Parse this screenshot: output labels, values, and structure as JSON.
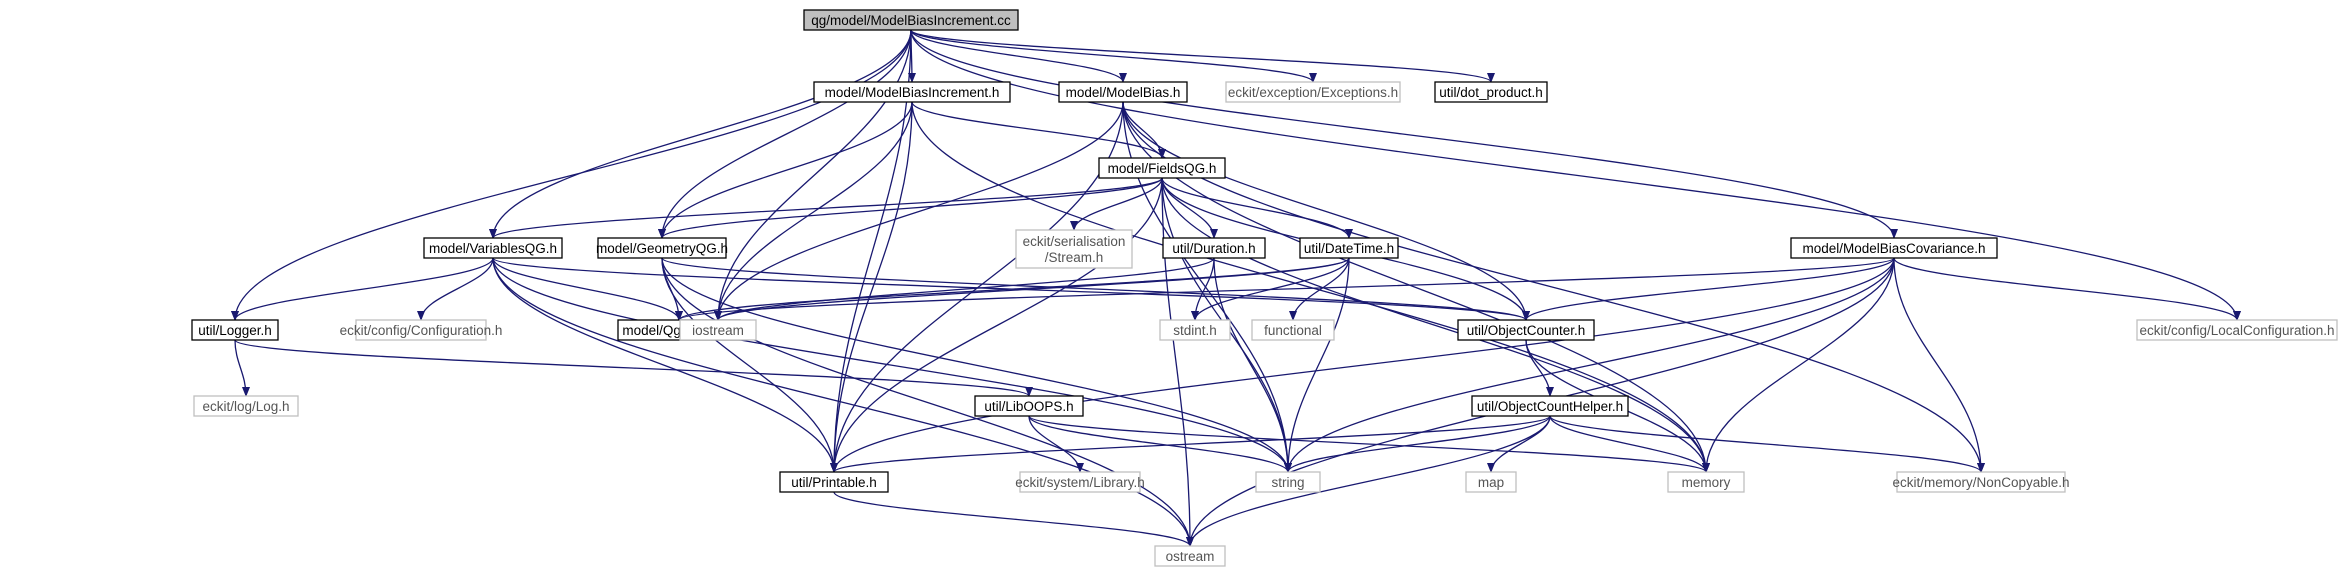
{
  "nodes": [
    {
      "id": "root",
      "lines": [
        "qg/model/ModelBiasIncrement.cc"
      ],
      "kind": "root"
    },
    {
      "id": "mbi_h",
      "lines": [
        "model/ModelBiasIncrement.h"
      ],
      "kind": "local"
    },
    {
      "id": "mb_h",
      "lines": [
        "model/ModelBias.h"
      ],
      "kind": "local"
    },
    {
      "id": "exceptions",
      "lines": [
        "eckit/exception/Exceptions.h"
      ],
      "kind": "ext"
    },
    {
      "id": "dot",
      "lines": [
        "util/dot_product.h"
      ],
      "kind": "local"
    },
    {
      "id": "fields",
      "lines": [
        "model/FieldsQG.h"
      ],
      "kind": "local"
    },
    {
      "id": "vars",
      "lines": [
        "model/VariablesQG.h"
      ],
      "kind": "local"
    },
    {
      "id": "geom",
      "lines": [
        "model/GeometryQG.h"
      ],
      "kind": "local"
    },
    {
      "id": "stream",
      "lines": [
        "eckit/serialisation",
        "/Stream.h"
      ],
      "kind": "ext"
    },
    {
      "id": "duration",
      "lines": [
        "util/Duration.h"
      ],
      "kind": "local"
    },
    {
      "id": "datetime",
      "lines": [
        "util/DateTime.h"
      ],
      "kind": "local"
    },
    {
      "id": "cov",
      "lines": [
        "model/ModelBiasCovariance.h"
      ],
      "kind": "local"
    },
    {
      "id": "logger",
      "lines": [
        "util/Logger.h"
      ],
      "kind": "local"
    },
    {
      "id": "configuration",
      "lines": [
        "eckit/config/Configuration.h"
      ],
      "kind": "ext"
    },
    {
      "id": "fortran",
      "lines": [
        "model/QgFortran.h"
      ],
      "kind": "local"
    },
    {
      "id": "iostream",
      "lines": [
        "iostream"
      ],
      "kind": "ext"
    },
    {
      "id": "stdint",
      "lines": [
        "stdint.h"
      ],
      "kind": "ext"
    },
    {
      "id": "functional",
      "lines": [
        "functional"
      ],
      "kind": "ext"
    },
    {
      "id": "objcounter",
      "lines": [
        "util/ObjectCounter.h"
      ],
      "kind": "local"
    },
    {
      "id": "localconfig",
      "lines": [
        "eckit/config/LocalConfiguration.h"
      ],
      "kind": "ext"
    },
    {
      "id": "log",
      "lines": [
        "eckit/log/Log.h"
      ],
      "kind": "ext"
    },
    {
      "id": "liboops",
      "lines": [
        "util/LibOOPS.h"
      ],
      "kind": "local"
    },
    {
      "id": "countHelper",
      "lines": [
        "util/ObjectCountHelper.h"
      ],
      "kind": "local"
    },
    {
      "id": "printable",
      "lines": [
        "util/Printable.h"
      ],
      "kind": "local"
    },
    {
      "id": "library",
      "lines": [
        "eckit/system/Library.h"
      ],
      "kind": "ext"
    },
    {
      "id": "string",
      "lines": [
        "string"
      ],
      "kind": "ext"
    },
    {
      "id": "map",
      "lines": [
        "map"
      ],
      "kind": "ext"
    },
    {
      "id": "memory",
      "lines": [
        "memory"
      ],
      "kind": "ext"
    },
    {
      "id": "noncopyable",
      "lines": [
        "eckit/memory/NonCopyable.h"
      ],
      "kind": "ext"
    },
    {
      "id": "ostream",
      "lines": [
        "ostream"
      ],
      "kind": "ext"
    }
  ],
  "edges": [
    [
      "root",
      "mbi_h"
    ],
    [
      "root",
      "mb_h"
    ],
    [
      "root",
      "exceptions"
    ],
    [
      "root",
      "dot"
    ],
    [
      "root",
      "vars"
    ],
    [
      "root",
      "geom"
    ],
    [
      "root",
      "logger"
    ],
    [
      "root",
      "iostream"
    ],
    [
      "root",
      "printable"
    ],
    [
      "root",
      "cov"
    ],
    [
      "root",
      "localconfig"
    ],
    [
      "mbi_h",
      "fields"
    ],
    [
      "mbi_h",
      "geom"
    ],
    [
      "mbi_h",
      "iostream"
    ],
    [
      "mbi_h",
      "memory"
    ],
    [
      "mbi_h",
      "printable"
    ],
    [
      "mb_h",
      "fields"
    ],
    [
      "mb_h",
      "iostream"
    ],
    [
      "mb_h",
      "memory"
    ],
    [
      "mb_h",
      "string"
    ],
    [
      "mb_h",
      "noncopyable"
    ],
    [
      "mb_h",
      "objcounter"
    ],
    [
      "mb_h",
      "printable"
    ],
    [
      "fields",
      "vars"
    ],
    [
      "fields",
      "geom"
    ],
    [
      "fields",
      "stream"
    ],
    [
      "fields",
      "duration"
    ],
    [
      "fields",
      "datetime"
    ],
    [
      "fields",
      "objcounter"
    ],
    [
      "fields",
      "string"
    ],
    [
      "fields",
      "memory"
    ],
    [
      "fields",
      "ostream"
    ],
    [
      "fields",
      "printable"
    ],
    [
      "vars",
      "logger"
    ],
    [
      "vars",
      "configuration"
    ],
    [
      "vars",
      "fortran"
    ],
    [
      "vars",
      "objcounter"
    ],
    [
      "vars",
      "string"
    ],
    [
      "vars",
      "printable"
    ],
    [
      "vars",
      "ostream"
    ],
    [
      "geom",
      "fortran"
    ],
    [
      "geom",
      "objcounter"
    ],
    [
      "geom",
      "printable"
    ],
    [
      "geom",
      "string"
    ],
    [
      "geom",
      "ostream"
    ],
    [
      "duration",
      "iostream"
    ],
    [
      "duration",
      "stdint"
    ],
    [
      "duration",
      "string"
    ],
    [
      "datetime",
      "iostream"
    ],
    [
      "datetime",
      "stdint"
    ],
    [
      "datetime",
      "functional"
    ],
    [
      "datetime",
      "string"
    ],
    [
      "datetime",
      "fortran"
    ],
    [
      "cov",
      "fortran"
    ],
    [
      "cov",
      "objcounter"
    ],
    [
      "cov",
      "localconfig"
    ],
    [
      "cov",
      "string"
    ],
    [
      "cov",
      "memory"
    ],
    [
      "cov",
      "noncopyable"
    ],
    [
      "cov",
      "ostream"
    ],
    [
      "cov",
      "printable"
    ],
    [
      "logger",
      "log"
    ],
    [
      "logger",
      "liboops"
    ],
    [
      "objcounter",
      "countHelper"
    ],
    [
      "objcounter",
      "memory"
    ],
    [
      "liboops",
      "library"
    ],
    [
      "liboops",
      "string"
    ],
    [
      "liboops",
      "memory"
    ],
    [
      "countHelper",
      "map"
    ],
    [
      "countHelper",
      "memory"
    ],
    [
      "countHelper",
      "string"
    ],
    [
      "countHelper",
      "noncopyable"
    ],
    [
      "countHelper",
      "printable"
    ],
    [
      "countHelper",
      "ostream"
    ],
    [
      "printable",
      "ostream"
    ]
  ]
}
